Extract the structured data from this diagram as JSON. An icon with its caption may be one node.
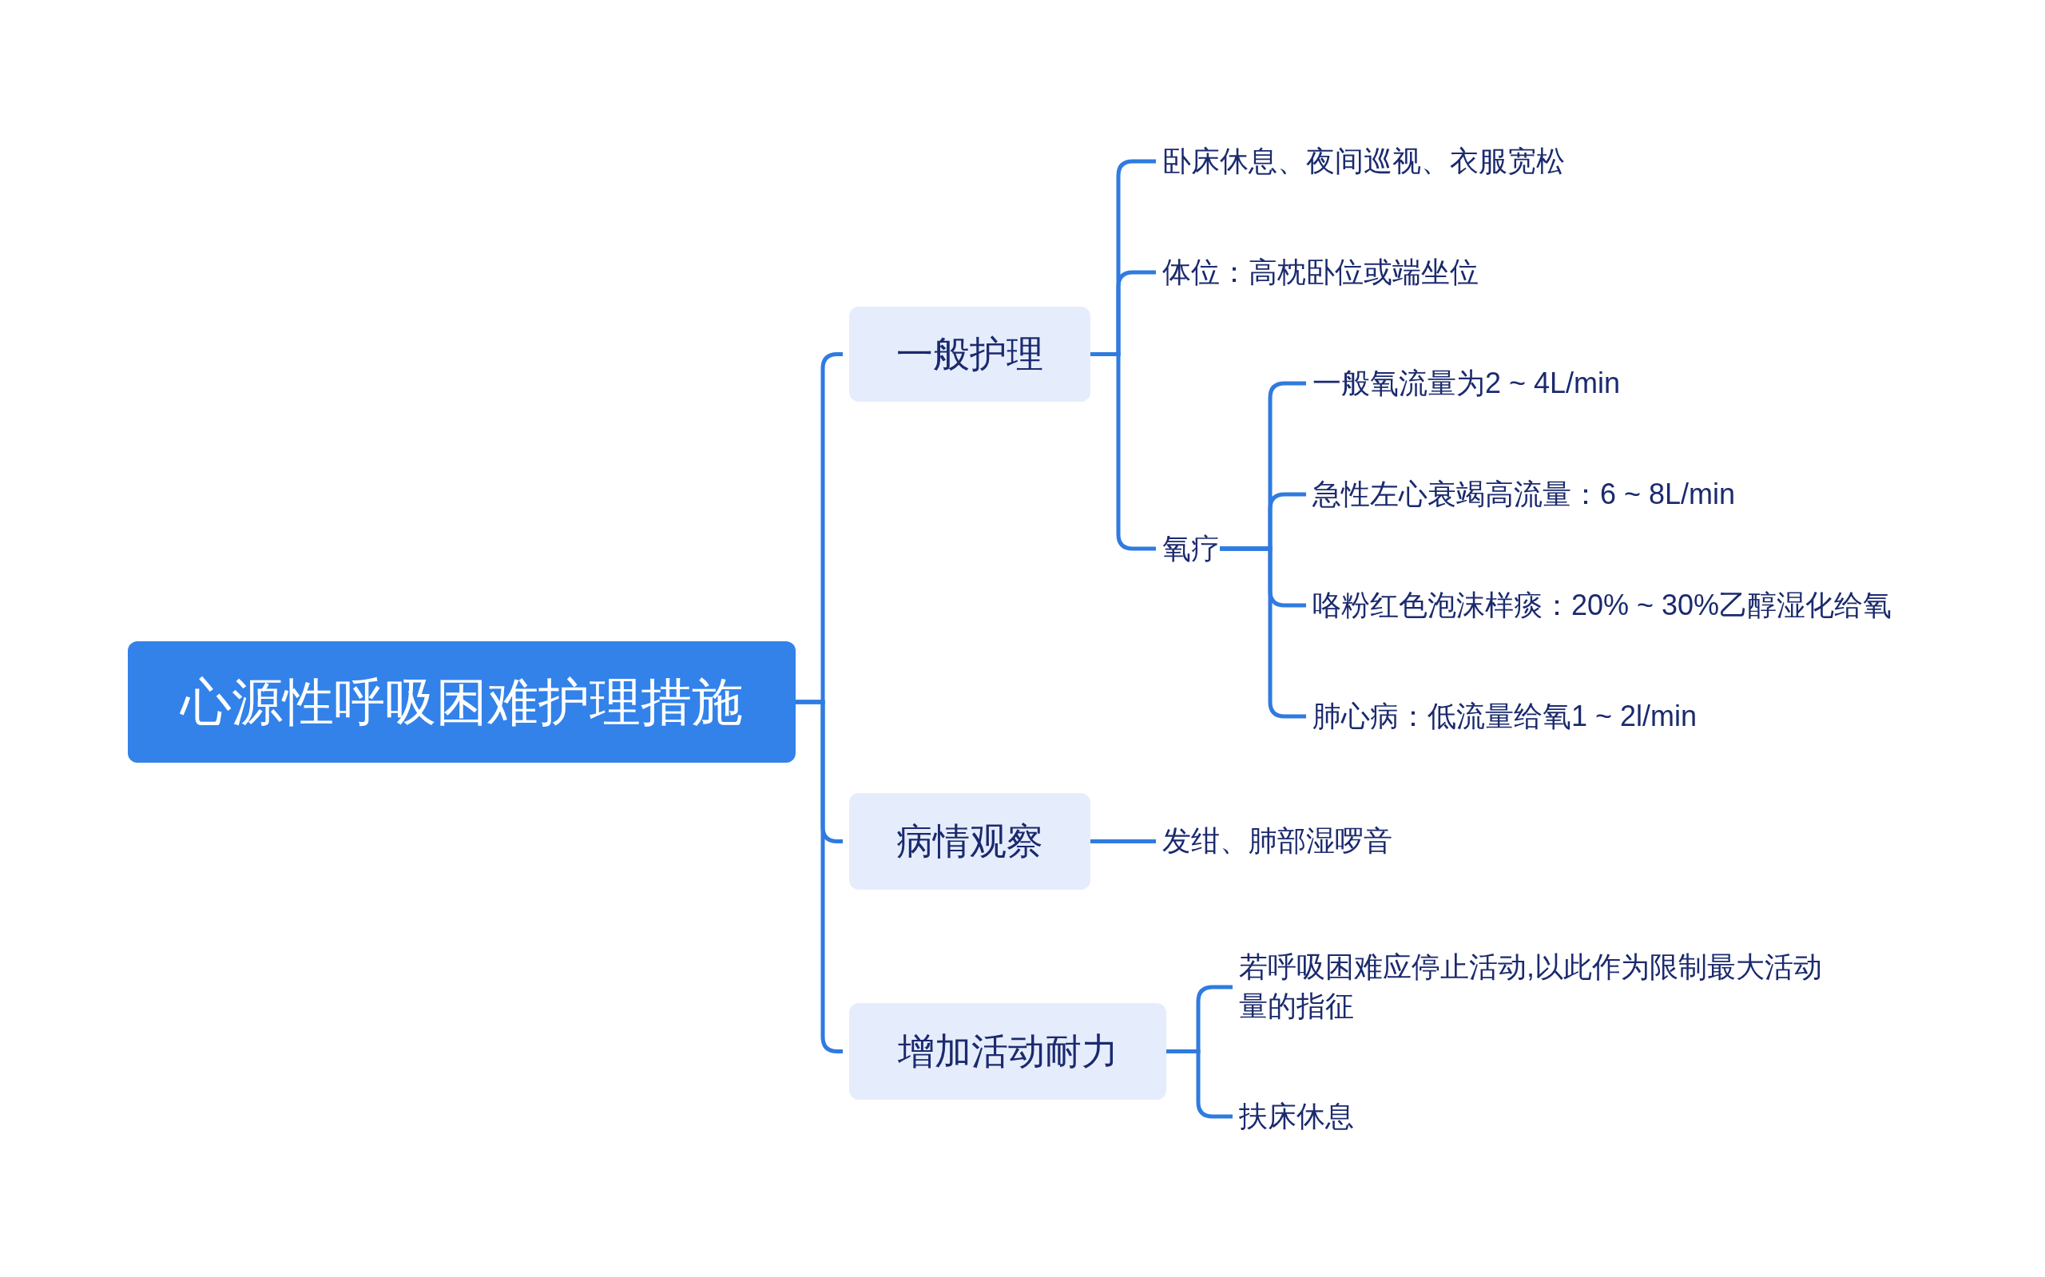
{
  "diagram": {
    "nodes": [
      {
        "text": [
          "心源性呼吸困难护理措施"
        ]
      },
      {
        "text": [
          "一般护理"
        ]
      },
      {
        "text": [
          "卧床休息、夜间巡视、衣服宽松"
        ]
      },
      {
        "text": [
          "体位：高枕卧位或端坐位"
        ]
      },
      {
        "text": [
          "氧疗"
        ]
      },
      {
        "text": [
          "一般氧流量为2 ~ 4L/min"
        ]
      },
      {
        "text": [
          "急性左心衰竭高流量：6 ~ 8L/min"
        ]
      },
      {
        "text": [
          "咯粉红色泡沫样痰：20% ~ 30%乙醇湿化给氧"
        ]
      },
      {
        "text": [
          "肺心病：低流量给氧1 ~ 2l/min"
        ]
      },
      {
        "text": [
          "病情观察"
        ]
      },
      {
        "text": [
          "发绀、肺部湿啰音"
        ]
      },
      {
        "text": [
          "增加活动耐力"
        ]
      },
      {
        "text": [
          "若呼吸困难应停止活动,以此作为限制最大活动量的指征"
        ]
      },
      {
        "text": [
          "扶床休息"
        ]
      }
    ],
    "edges": [
      {
        "from": 0,
        "to": 1,
        "arrow": "none"
      },
      {
        "from": 0,
        "to": 9,
        "arrow": "none"
      },
      {
        "from": 0,
        "to": 11,
        "arrow": "none"
      },
      {
        "from": 1,
        "to": 2,
        "arrow": "none"
      },
      {
        "from": 1,
        "to": 3,
        "arrow": "none"
      },
      {
        "from": 1,
        "to": 4,
        "arrow": "none"
      },
      {
        "from": 4,
        "to": 5,
        "arrow": "none"
      },
      {
        "from": 4,
        "to": 6,
        "arrow": "none"
      },
      {
        "from": 4,
        "to": 7,
        "arrow": "none"
      },
      {
        "from": 4,
        "to": 8,
        "arrow": "none"
      },
      {
        "from": 9,
        "to": 10,
        "arrow": "none"
      },
      {
        "from": 11,
        "to": 12,
        "arrow": "none"
      },
      {
        "from": 11,
        "to": 13,
        "arrow": "none"
      }
    ]
  }
}
